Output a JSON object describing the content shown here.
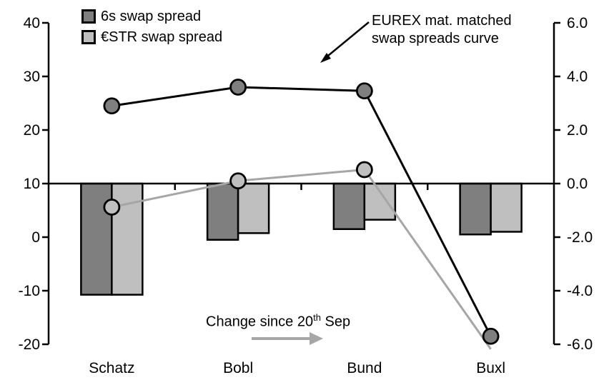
{
  "chart_data": {
    "type": "combo-bar-line",
    "categories": [
      "Schatz",
      "Bobl",
      "Bund",
      "Buxl"
    ],
    "left_axis": {
      "tick_values": [
        40,
        30,
        20,
        10,
        0,
        -10,
        -20
      ],
      "tick_labels": [
        "40",
        "30",
        "20",
        "10",
        "0",
        "-10",
        "-20"
      ],
      "min": -20,
      "max": 40
    },
    "right_axis": {
      "tick_values": [
        6,
        4,
        2,
        0,
        -2,
        -4,
        -6
      ],
      "tick_labels": [
        "6.0",
        "4.0",
        "2.0",
        "0.0",
        "-2.0",
        "-4.0",
        "-6.0"
      ],
      "min": -6,
      "max": 6
    },
    "bar_series": [
      {
        "name": "6s swap spread",
        "axis": "right",
        "color": "#7f7f7f",
        "values": [
          -4.15,
          -2.1,
          -1.7,
          -1.9
        ]
      },
      {
        "name": "€STR swap spread",
        "axis": "right",
        "color": "#bfbfbf",
        "values": [
          -4.15,
          -1.85,
          -1.35,
          -1.8
        ]
      }
    ],
    "line_series": [
      {
        "name": "6s swap spread curve",
        "axis": "left",
        "line_color": "#000000",
        "marker_fill": "#7f7f7f",
        "values": [
          24.5,
          28.0,
          27.3,
          -18.5
        ],
        "markers": [
          true,
          true,
          true,
          true
        ]
      },
      {
        "name": "€STR swap spread curve",
        "axis": "left",
        "line_color": "#a6a6a6",
        "marker_fill": "#bfbfbf",
        "values": [
          5.6,
          10.5,
          12.6,
          -20.9
        ],
        "markers": [
          true,
          true,
          true,
          false
        ]
      }
    ],
    "grid": "off",
    "legend_position": "top-left"
  },
  "legend": {
    "items": [
      {
        "label": "6s swap spread",
        "color": "#7f7f7f"
      },
      {
        "label": "€STR swap spread",
        "color": "#bfbfbf"
      }
    ]
  },
  "annotation": {
    "line1": "EUREX mat. matched",
    "line2": "swap spreads curve"
  },
  "change_note": {
    "part1": "Change since 20",
    "sup": "th",
    "part2": " Sep"
  },
  "colors": {
    "dark_gray": "#7f7f7f",
    "light_gray": "#bfbfbf",
    "gray_line": "#a6a6a6",
    "black": "#000000",
    "background": "#ffffff"
  }
}
